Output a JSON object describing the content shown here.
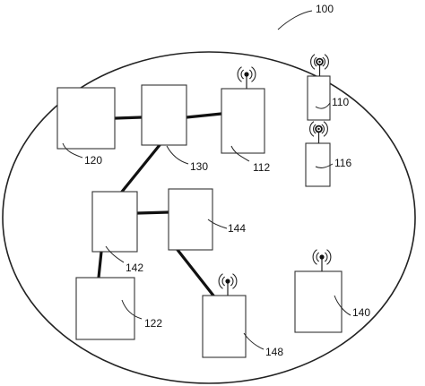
{
  "diagram": {
    "system_label": "100",
    "nodes": [
      {
        "id": "n110",
        "label": "110",
        "antenna": true
      },
      {
        "id": "n112",
        "label": "112",
        "antenna": true
      },
      {
        "id": "n116",
        "label": "116",
        "antenna": true
      },
      {
        "id": "n120",
        "label": "120",
        "antenna": false
      },
      {
        "id": "n122",
        "label": "122",
        "antenna": false
      },
      {
        "id": "n130",
        "label": "130",
        "antenna": false
      },
      {
        "id": "n140",
        "label": "140",
        "antenna": true
      },
      {
        "id": "n142",
        "label": "142",
        "antenna": false
      },
      {
        "id": "n144",
        "label": "144",
        "antenna": false
      },
      {
        "id": "n148",
        "label": "148",
        "antenna": true
      }
    ],
    "links": [
      [
        "n120",
        "n130"
      ],
      [
        "n130",
        "n112"
      ],
      [
        "n130",
        "n142"
      ],
      [
        "n142",
        "n144"
      ],
      [
        "n142",
        "n122"
      ],
      [
        "n144",
        "n148"
      ]
    ]
  }
}
